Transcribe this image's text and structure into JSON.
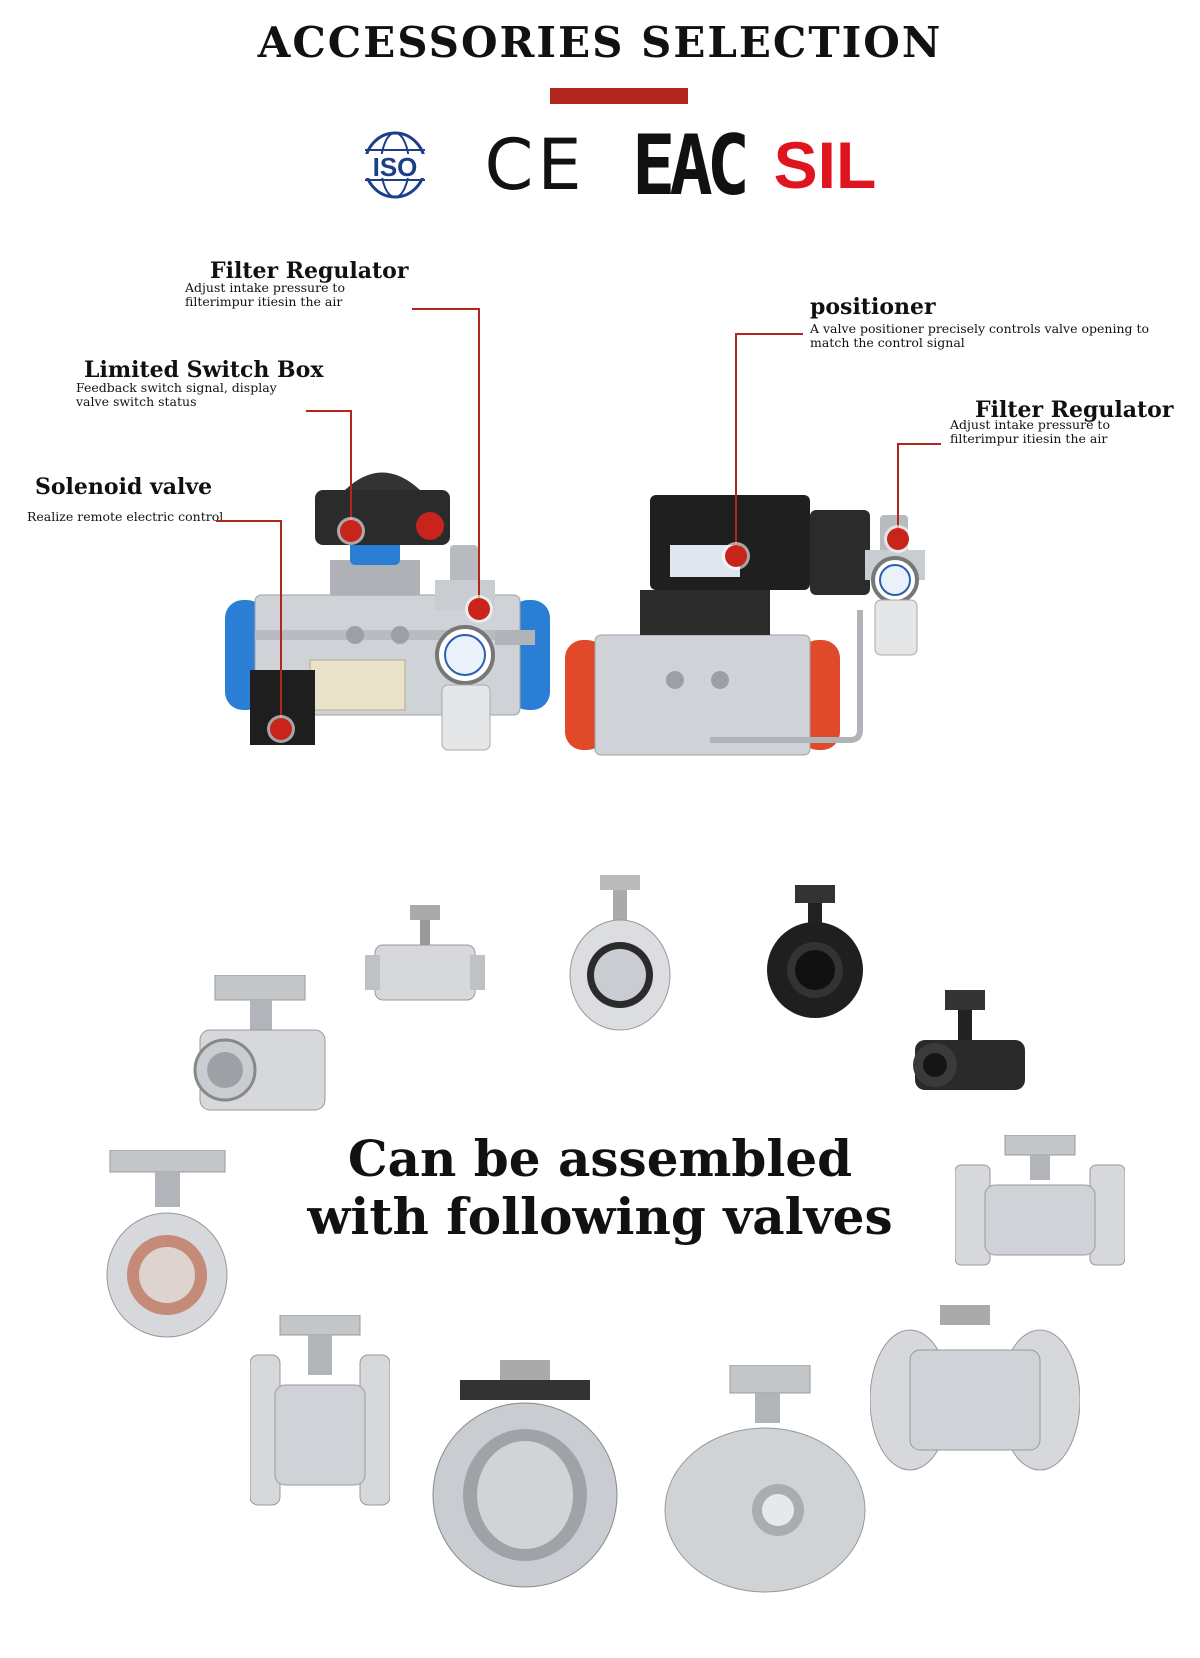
{
  "header": {
    "title": "ACCESSORIES SELECTION"
  },
  "certifications": {
    "iso": "ISO",
    "ce": "CE",
    "eac": "EAC",
    "sil": "SIL"
  },
  "callouts": {
    "filter_regulator_left": {
      "title": "Filter Regulator",
      "desc": "Adjust intake pressure to filterimpur itiesin the air"
    },
    "limited_switch_box": {
      "title": "Limited Switch Box",
      "desc": "Feedback switch signal, display valve switch status"
    },
    "solenoid_valve": {
      "title": "Solenoid valve",
      "desc": "Realize remote electric control"
    },
    "positioner": {
      "title": "positioner",
      "desc": "A valve positioner precisely controls valve opening to match the control signal"
    },
    "filter_regulator_right": {
      "title": "Filter Regulator",
      "desc": "Adjust intake pressure to filterimpur itiesin the air"
    }
  },
  "assembled": {
    "line1": "Can be assembled",
    "line2": "with following valves"
  },
  "colors": {
    "accent_red": "#b3261e",
    "sil_red": "#e0141e",
    "actuator_blue": "#2a7fd4",
    "actuator_red": "#e04a2a"
  }
}
